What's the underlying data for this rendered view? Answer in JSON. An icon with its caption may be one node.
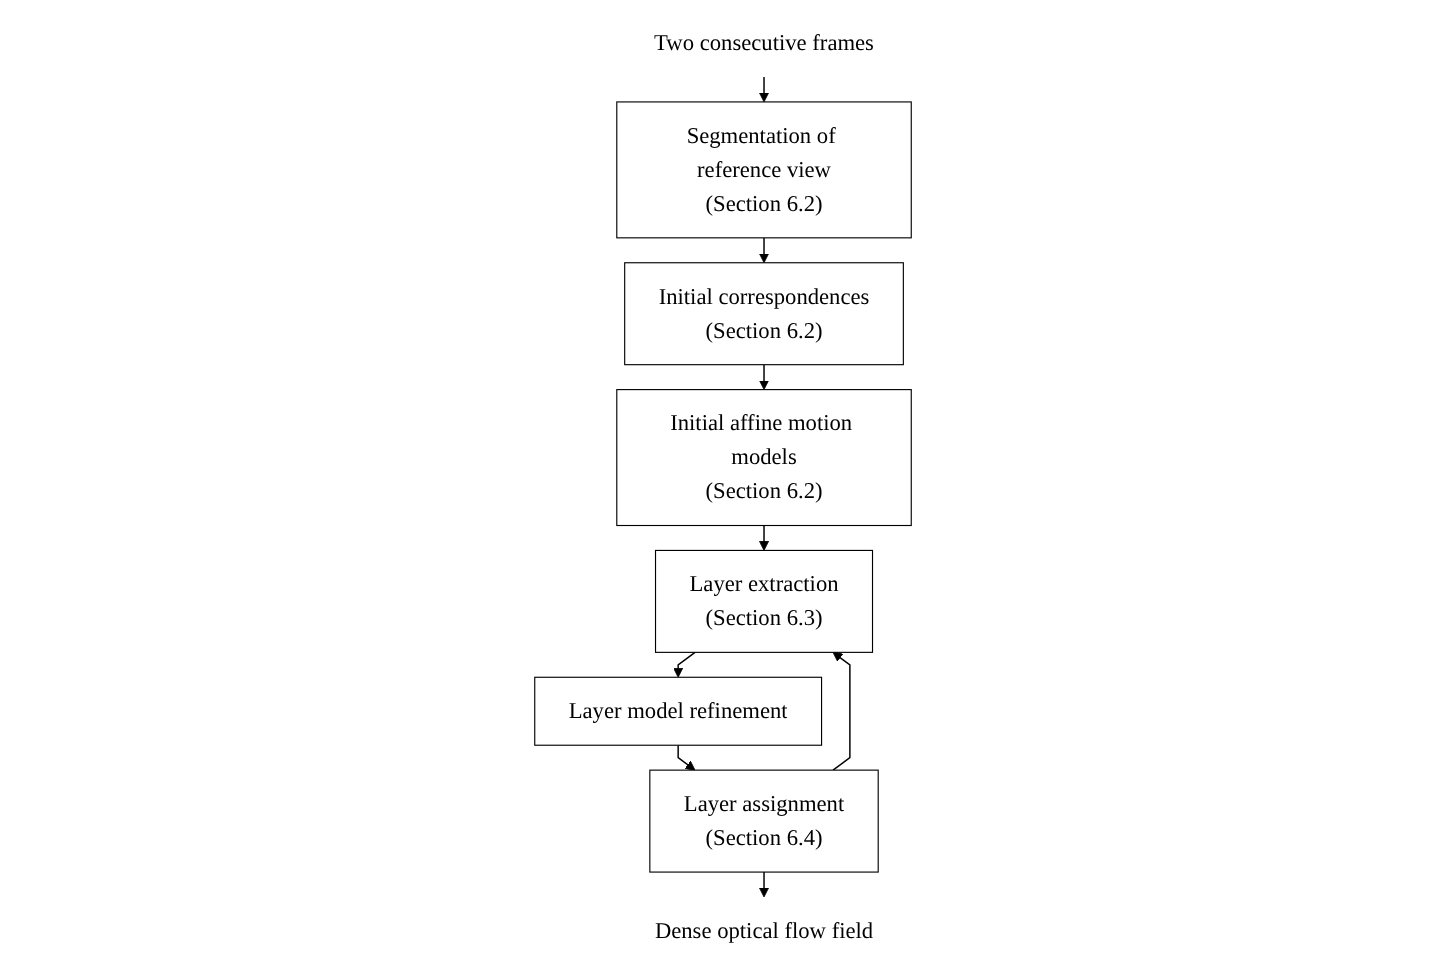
{
  "diagram": {
    "nodes": [
      {
        "text": [
          "Two consecutive frames"
        ]
      },
      {
        "text": [
          "Segmentation of reference view",
          "(Section 6.2)"
        ]
      },
      {
        "text": [
          "Initial correspondences",
          "(Section 6.2)"
        ]
      },
      {
        "text": [
          "Initial affine motion models",
          "(Section 6.2)"
        ]
      },
      {
        "text": [
          "Layer extraction",
          "(Section 6.3)"
        ]
      },
      {
        "text": [
          "Layer model refinement"
        ]
      },
      {
        "text": [
          "Layer assignment",
          "(Section 6.4)"
        ]
      },
      {
        "text": [
          "Dense optical flow field"
        ]
      }
    ],
    "edges": [
      {
        "from": 0,
        "to": 1,
        "arrow": "to"
      },
      {
        "from": 1,
        "to": 2,
        "arrow": "to"
      },
      {
        "from": 2,
        "to": 3,
        "arrow": "to"
      },
      {
        "from": 3,
        "to": 4,
        "arrow": "to"
      },
      {
        "from": 4,
        "to": 5,
        "arrow": "to"
      },
      {
        "from": 5,
        "to": 6,
        "arrow": "to"
      },
      {
        "from": 6,
        "to": 4,
        "arrow": "to"
      },
      {
        "from": 6,
        "to": 7,
        "arrow": "to"
      }
    ]
  }
}
